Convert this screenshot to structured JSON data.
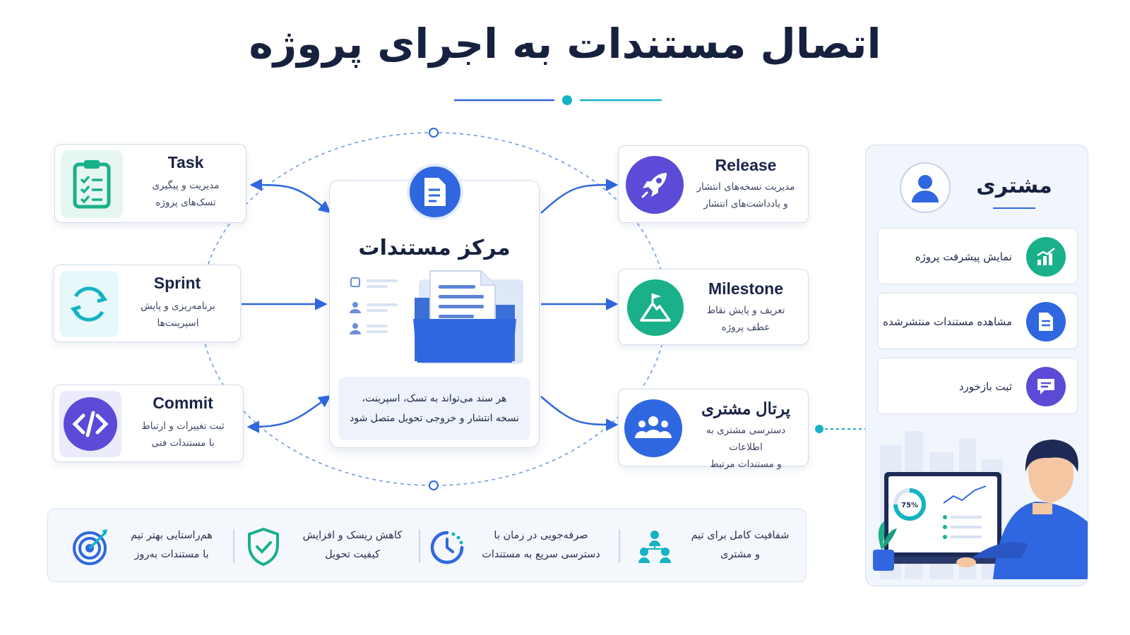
{
  "title": "اتصال مستندات به اجرای پروژه",
  "colors": {
    "primary_blue": "#2f67e0",
    "navy": "#16213f",
    "teal": "#14b3c4",
    "green": "#19b08a",
    "purple": "#5b4bd6",
    "dashed_line": "#6f9be8",
    "panel_bg": "#f1f5fc"
  },
  "left_cards": [
    {
      "title": "Task",
      "desc_line1": "مدیریت و پیگیری",
      "desc_line2": "تسک‌های پروژه",
      "icon": "clipboard-checklist-icon"
    },
    {
      "title": "Sprint",
      "desc_line1": "برنامه‌ریزی و پایش",
      "desc_line2": "اسپرینت‌ها",
      "icon": "cycle-arrows-icon"
    },
    {
      "title": "Commit",
      "desc_line1": "ثبت تغییرات و ارتباط",
      "desc_line2": "با مستندات فنی",
      "icon": "code-brackets-icon"
    }
  ],
  "hub": {
    "title": "مرکز مستندات",
    "note_line1": "هر سند می‌تواند به تسک، اسپرینت،",
    "note_line2": "نسخه انتشار و خروجی تحویل متصل شود",
    "icon": "document-icon",
    "illustration": "document-folder-icon"
  },
  "right_cards": [
    {
      "title": "Release",
      "desc_line1": "مدیریت نسخه‌های انتشار",
      "desc_line2": "و یادداشت‌های انتشار",
      "icon": "rocket-icon"
    },
    {
      "title": "Milestone",
      "desc_line1": "تعریف و پایش نقاط",
      "desc_line2": "عطف پروژه",
      "icon": "mountain-flag-icon"
    },
    {
      "title": "پرتال مشتری",
      "desc_line1": "دسترسی مشتری به اطلاعات",
      "desc_line2": "و مستندات مرتبط",
      "icon": "users-group-icon"
    }
  ],
  "customer": {
    "title": "مشتری",
    "avatar_icon": "user-avatar-icon",
    "items": [
      {
        "label": "نمایش پیشرفت پروژه",
        "icon": "progress-chart-icon"
      },
      {
        "label": "مشاهده مستندات منتشرشده",
        "icon": "document-icon"
      },
      {
        "label": "ثبت بازخورد",
        "icon": "chat-bubble-icon"
      }
    ],
    "illustration_percent": "75%"
  },
  "benefits": [
    {
      "line1": "شفافیت کامل برای تیم",
      "line2": "و مشتری",
      "icon": "team-hierarchy-icon"
    },
    {
      "line1": "صرفه‌جویی در زمان با",
      "line2": "دسترسی سریع به مستندات",
      "icon": "clock-icon"
    },
    {
      "line1": "کاهش ریسک و افزایش",
      "line2": "کیفیت تحویل",
      "icon": "shield-check-icon"
    },
    {
      "line1": "هم‌راستایی بهتر تیم",
      "line2": "با مستندات به‌روز",
      "icon": "target-icon"
    }
  ]
}
